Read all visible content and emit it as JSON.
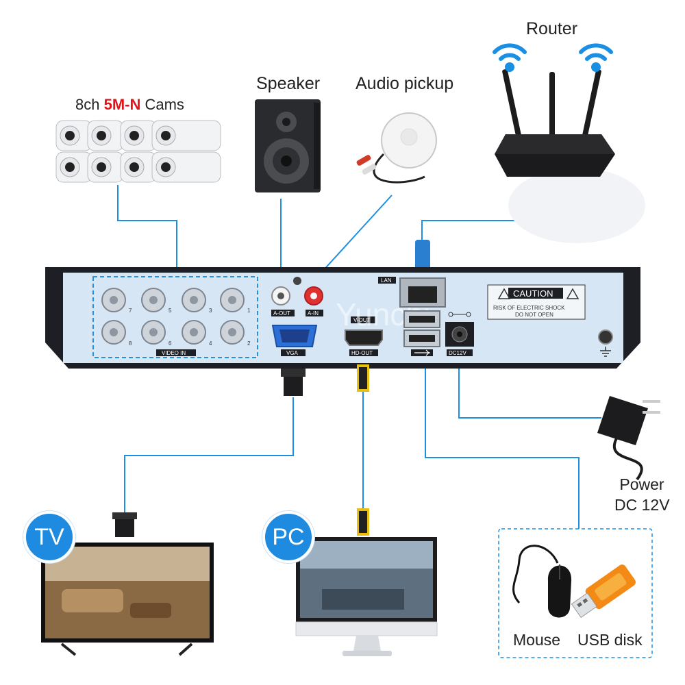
{
  "cameras": {
    "prefix": "8ch ",
    "highlight": "5M-N",
    "suffix": " Cams"
  },
  "speaker": "Speaker",
  "audio_pickup": "Audio pickup",
  "router": "Router",
  "power": {
    "line1": "Power",
    "line2": "DC 12V"
  },
  "tv_badge": "TV",
  "pc_badge": "PC",
  "mouse": "Mouse",
  "usb_disk": "USB disk",
  "dvr": {
    "video_in": "VIDEO IN",
    "channels": [
      "7",
      "5",
      "3",
      "1",
      "8",
      "6",
      "4",
      "2"
    ],
    "a_out": "A-OUT",
    "a_in": "A-IN",
    "vga": "VGA",
    "v_out": "V-OUT",
    "hd_out": "HD-OUT",
    "lan": "LAN",
    "dc12v": "DC12V",
    "caution": "CAUTION",
    "caution_line1": "RISK OF ELECTRIC SHOCK",
    "caution_line2": "DO NOT OPEN",
    "watermark": "Yunchi"
  },
  "colors": {
    "cable": "#1a8fe3",
    "panel": "#d6e6f5",
    "frame": "#1d1f24",
    "badge": "#1f8be0",
    "highlight": "#e0151b"
  }
}
